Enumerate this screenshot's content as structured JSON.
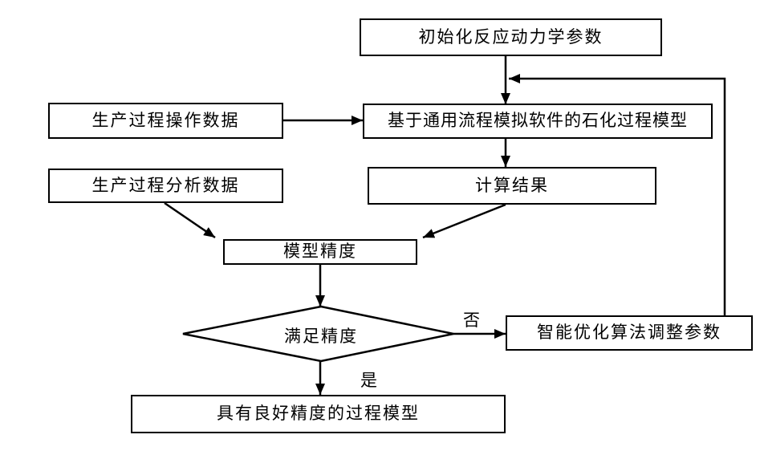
{
  "diagram": {
    "type": "flowchart",
    "background_color": "#ffffff",
    "line_color": "#000000",
    "nodes": {
      "init_params": {
        "label": "初始化反应动力学参数",
        "shape": "rect"
      },
      "operation_data": {
        "label": "生产过程操作数据",
        "shape": "rect"
      },
      "sim_model": {
        "label": "基于通用流程模拟软件的石化过程模型",
        "shape": "rect"
      },
      "analysis_data": {
        "label": "生产过程分析数据",
        "shape": "rect"
      },
      "calc_result": {
        "label": "计算结果",
        "shape": "rect"
      },
      "model_accuracy": {
        "label": "模型精度",
        "shape": "rect"
      },
      "accuracy_check": {
        "label": "满足精度",
        "shape": "diamond"
      },
      "optimizer": {
        "label": "智能优化算法调整参数",
        "shape": "rect"
      },
      "final_model": {
        "label": "具有良好精度的过程模型",
        "shape": "rect"
      }
    },
    "edge_labels": {
      "no": "否",
      "yes": "是"
    },
    "edges": [
      {
        "from": "init_params",
        "to": "sim_model",
        "label": ""
      },
      {
        "from": "operation_data",
        "to": "sim_model",
        "label": ""
      },
      {
        "from": "sim_model",
        "to": "calc_result",
        "label": ""
      },
      {
        "from": "analysis_data",
        "to": "model_accuracy",
        "label": ""
      },
      {
        "from": "calc_result",
        "to": "model_accuracy",
        "label": ""
      },
      {
        "from": "model_accuracy",
        "to": "accuracy_check",
        "label": ""
      },
      {
        "from": "accuracy_check",
        "to": "optimizer",
        "label": "否"
      },
      {
        "from": "optimizer",
        "to": "sim_model",
        "label": ""
      },
      {
        "from": "accuracy_check",
        "to": "final_model",
        "label": "是"
      }
    ]
  }
}
